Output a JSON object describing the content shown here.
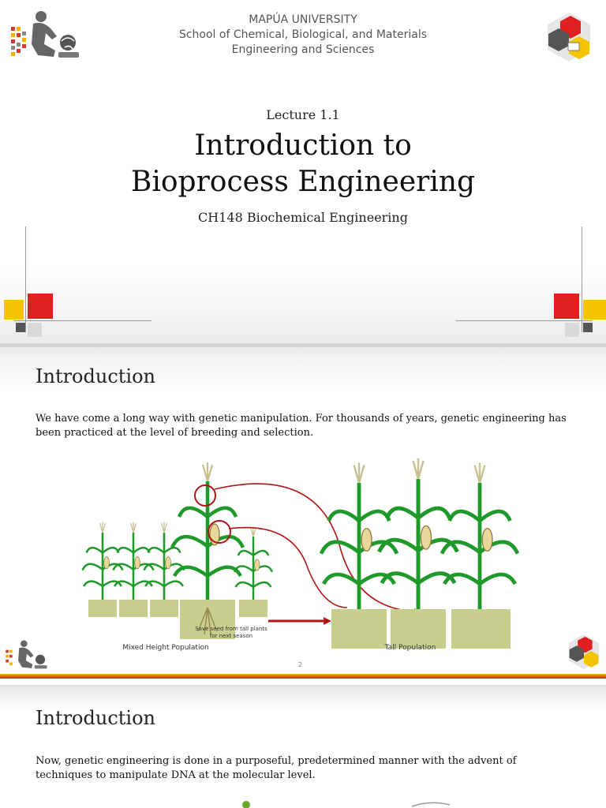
{
  "slide1": {
    "university": {
      "name": "MAPÚA UNIVERSITY",
      "school_line1": "School of Chemical, Biological, and Materials",
      "school_line2": "Engineering and Sciences"
    },
    "lecture_label": "Lecture 1.1",
    "title_line1": "Introduction to",
    "title_line2": "Bioprocess Engineering",
    "course": "CH148 Biochemical Engineering"
  },
  "slide2": {
    "heading": "Introduction",
    "body": "We have come a long way with genetic manipulation. For thousands of years, genetic engineering has been practiced at the level of breeding and selection.",
    "figure": {
      "label_left": "Mixed Height Population",
      "label_right": "Tall Population",
      "arrow_line1": "Save seed from tall plants",
      "arrow_line2": "for next season"
    },
    "page_number": "2"
  },
  "slide3": {
    "heading": "Introduction",
    "body": "Now, genetic engineering is done in a purposeful, predetermined manner with the advent of techniques to manipulate DNA at the molecular level."
  },
  "colors": {
    "accent_red": "#e02020",
    "accent_yellow": "#f5c400",
    "accent_grey": "#555555",
    "light_grey": "#d9d9d9",
    "curve_red": "#b01515"
  }
}
